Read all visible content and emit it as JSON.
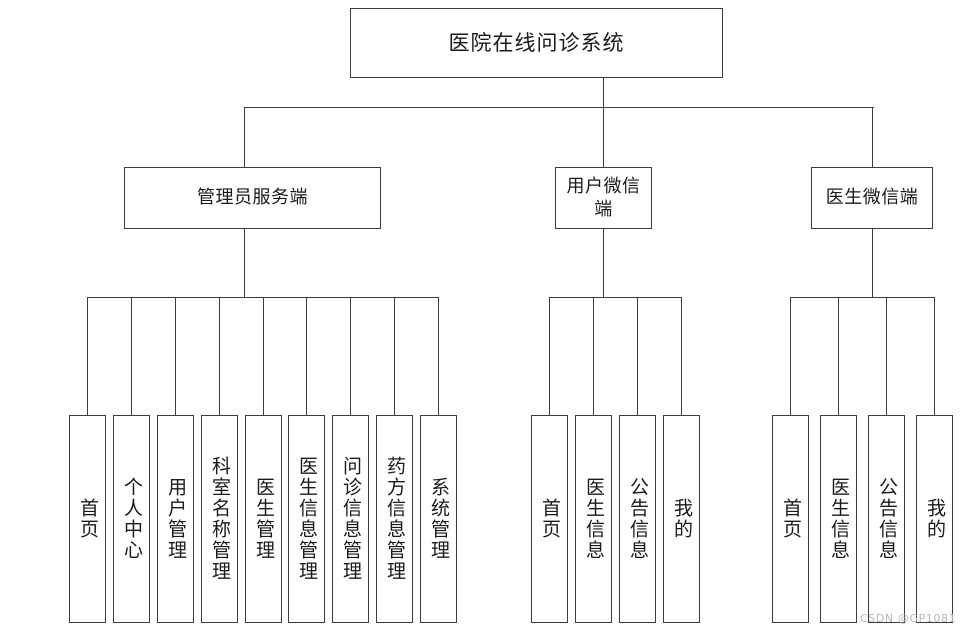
{
  "diagram": {
    "type": "hierarchy-tree",
    "title": "医院在线问诊系统",
    "root": {
      "label": "医院在线问诊系统"
    },
    "branches": [
      {
        "id": "admin",
        "label": "管理员服务端",
        "leaves": [
          {
            "label": "首页"
          },
          {
            "label": "个人中心"
          },
          {
            "label": "用户管理"
          },
          {
            "label": "科室名称管理"
          },
          {
            "label": "医生管理"
          },
          {
            "label": "医生信息管理"
          },
          {
            "label": "问诊信息管理"
          },
          {
            "label": "药方信息管理"
          },
          {
            "label": "系统管理"
          }
        ]
      },
      {
        "id": "user-wechat",
        "label": "用户微信端",
        "leaves": [
          {
            "label": "首页"
          },
          {
            "label": "医生信息"
          },
          {
            "label": "公告信息"
          },
          {
            "label": "我的"
          }
        ]
      },
      {
        "id": "doctor-wechat",
        "label": "医生微信端",
        "leaves": [
          {
            "label": "首页"
          },
          {
            "label": "医生信息"
          },
          {
            "label": "公告信息"
          },
          {
            "label": "我的"
          }
        ]
      }
    ],
    "watermark": "CSDN @GP1081",
    "colors": {
      "background": "#ffffff",
      "line": "#3d3d3d",
      "text": "#1a1a1a",
      "watermark": "#b8b8b8"
    }
  }
}
